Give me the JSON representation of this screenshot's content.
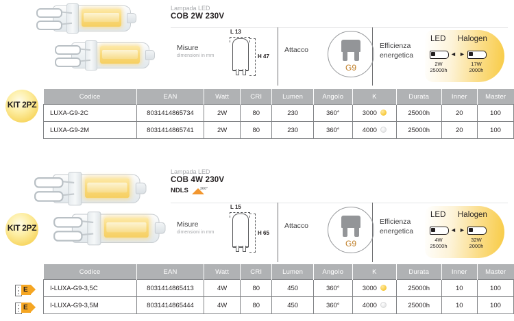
{
  "products": [
    {
      "kit_badge": "KIT 2PZ",
      "header": {
        "eyebrow": "Lampada LED",
        "title": "COB 2W 230V",
        "ndls": null,
        "ndls_angle": null
      },
      "measures": {
        "label": "Misure",
        "sublabel": "dimensioni in mm",
        "width": "L 13",
        "height": "H 47"
      },
      "socket": {
        "label": "Attacco",
        "type": "G9"
      },
      "efficiency": {
        "label": "Efficienza",
        "label2": "energetica",
        "led_title": "LED",
        "halogen_title": "Halogen",
        "led_watt": "2W",
        "led_hours": "25000h",
        "halogen_watt": "17W",
        "halogen_hours": "2000h"
      },
      "table": {
        "columns": [
          "Codice",
          "EAN",
          "Watt",
          "CRI",
          "Lumen",
          "Angolo",
          "K",
          "Durata",
          "Inner",
          "Master"
        ],
        "rows": [
          {
            "energy_class": null,
            "cells": [
              "LUXA-G9-2C",
              "8031414865734",
              "2W",
              "80",
              "230",
              "360°",
              "3000",
              "25000h",
              "20",
              "100"
            ],
            "k_tone": "warm"
          },
          {
            "energy_class": null,
            "cells": [
              "LUXA-G9-2M",
              "8031414865741",
              "2W",
              "80",
              "230",
              "360°",
              "4000",
              "25000h",
              "20",
              "100"
            ],
            "k_tone": "cool"
          }
        ]
      }
    },
    {
      "kit_badge": "KIT 2PZ",
      "header": {
        "eyebrow": "Lampada LED",
        "title": "COB 4W 230V",
        "ndls": "NDLS",
        "ndls_angle": "360°"
      },
      "measures": {
        "label": "Misure",
        "sublabel": "dimensioni in mm",
        "width": "L 15",
        "height": "H 65"
      },
      "socket": {
        "label": "Attacco",
        "type": "G9"
      },
      "efficiency": {
        "label": "Efficienza",
        "label2": "energetica",
        "led_title": "LED",
        "halogen_title": "Halogen",
        "led_watt": "4W",
        "led_hours": "25000h",
        "halogen_watt": "32W",
        "halogen_hours": "2000h"
      },
      "table": {
        "columns": [
          "Codice",
          "EAN",
          "Watt",
          "CRI",
          "Lumen",
          "Angolo",
          "K",
          "Durata",
          "Inner",
          "Master"
        ],
        "rows": [
          {
            "energy_class": "E",
            "cells": [
              "I-LUXA-G9-3,5C",
              "8031414865413",
              "4W",
              "80",
              "450",
              "360°",
              "3000",
              "25000h",
              "10",
              "100"
            ],
            "k_tone": "warm"
          },
          {
            "energy_class": "E",
            "cells": [
              "I-LUXA-G9-3,5M",
              "8031414865444",
              "4W",
              "80",
              "450",
              "360°",
              "4000",
              "25000h",
              "10",
              "100"
            ],
            "k_tone": "cool"
          }
        ]
      }
    }
  ],
  "colors": {
    "header_grey": "#b0b2b4",
    "accent_yellow": "#f7d55e",
    "energy_orange": "#f5a623",
    "socket_text": "#c07f28",
    "rule": "#808285"
  }
}
